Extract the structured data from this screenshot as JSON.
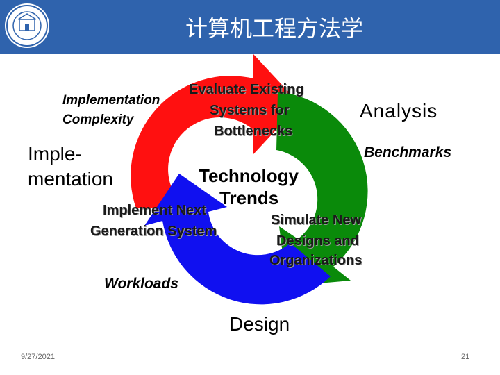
{
  "header": {
    "title": "计算机工程方法学",
    "background_color": "#2f63ad",
    "logo": "university-seal-icon"
  },
  "cycle": {
    "colors": {
      "red": "#ff1010",
      "green": "#0a8a0a",
      "blue": "#1010f0"
    },
    "center": {
      "line1": "Technology",
      "line2": "Trends"
    },
    "red_arrow_text": {
      "line1": "Evaluate Existing",
      "line2": "Systems for",
      "line3": "Bottlenecks"
    },
    "green_arrow_text": {
      "line1": "Simulate New",
      "line2": "Designs and",
      "line3": "Organizations"
    },
    "blue_arrow_text": {
      "line1": "Implement Next",
      "line2": "Generation System"
    }
  },
  "labels": {
    "implementation_complexity_1": "Implementation",
    "implementation_complexity_2": "Complexity",
    "implementation_1": "Imple-",
    "implementation_2": "mentation",
    "analysis": "Analysis",
    "benchmarks": "Benchmarks",
    "workloads": "Workloads",
    "design": "Design"
  },
  "footer": {
    "date": "9/27/2021",
    "page": "21"
  }
}
